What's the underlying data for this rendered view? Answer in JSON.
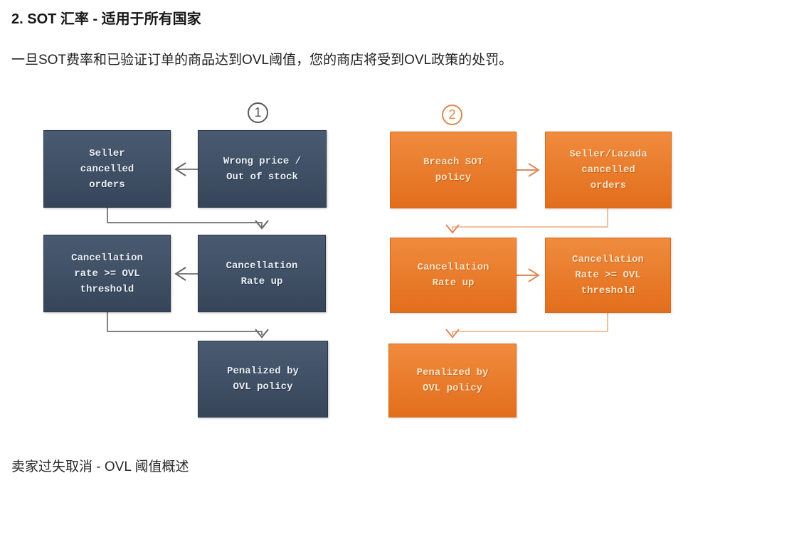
{
  "page": {
    "title": "2. SOT 汇率 - 适用于所有国家",
    "intro": "一旦SOT费率和已验证订单的商品达到OVL阈值，您的商店将受到OVL政策的处罚。",
    "caption": "卖家过失取消 - OVL 阈值概述"
  },
  "colors": {
    "dark_box_top": "#4A5B71",
    "dark_box_bottom": "#36455A",
    "dark_box_border": "#2B3645",
    "dark_box_text": "#E8EEF5",
    "gray_line": "#808080",
    "gray_head": "#666666",
    "orange_box_top": "#F08B3E",
    "orange_box_bottom": "#E26E1C",
    "orange_box_border": "#D8691B",
    "orange_box_text": "#FBE2C4",
    "orange_arrow": "#DE8A5A",
    "orange_line": "#F1C19D",
    "orange_head": "#E2875B",
    "badge1": "#595959",
    "badge2": "#E0874C"
  },
  "diagram": {
    "flow1": {
      "badge": "1",
      "boxes": {
        "seller_cancelled": "Seller\ncancelled\norders",
        "wrong_price": "Wrong price /\nOut of stock",
        "rate_threshold": "Cancellation\nrate >= OVL\nthreshold",
        "rate_up": "Cancellation\nRate up",
        "penalized": "Penalized by\nOVL policy"
      }
    },
    "flow2": {
      "badge": "2",
      "boxes": {
        "breach_sot": "Breach SOT\npolicy",
        "lazada_cancelled": "Seller/Lazada\ncancelled\norders",
        "rate_up": "Cancellation\nRate up",
        "rate_threshold": "Cancellation\nRate >= OVL\nthreshold",
        "penalized": "Penalized by\nOVL policy"
      }
    }
  }
}
